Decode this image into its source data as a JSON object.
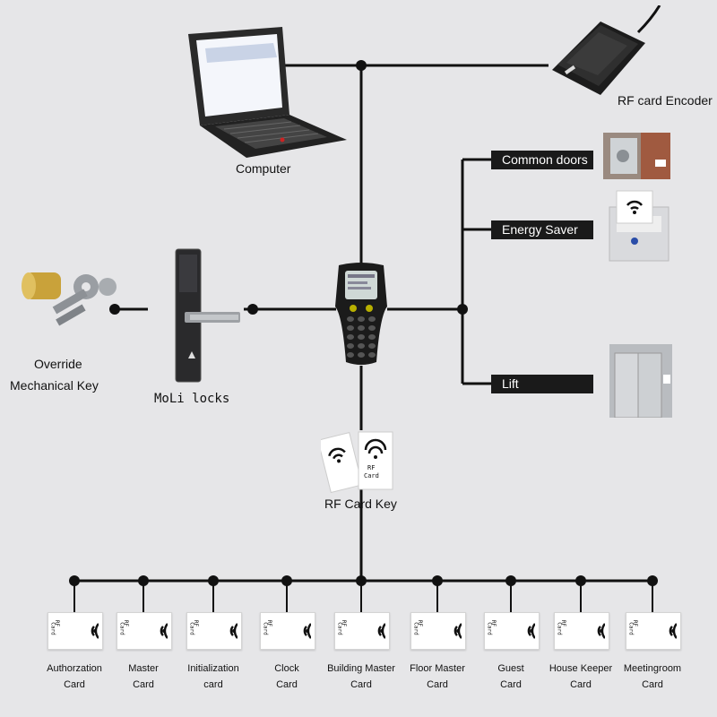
{
  "title": "",
  "nodes": {
    "computer": "Computer",
    "encoder": "RF card Encoder",
    "common_doors": "Common doors",
    "energy_saver": "Energy Saver",
    "lift": "Lift",
    "override_key_line1": "Override",
    "override_key_line2": "Mechanical Key",
    "moli_locks": "MoLi locks",
    "rf_card_key": "RF Card Key",
    "card_glyph_line1": "RF",
    "card_glyph_line2": "Card"
  },
  "cards": [
    {
      "line1": "Authorzation",
      "line2": "Card"
    },
    {
      "line1": "Master",
      "line2": "Card"
    },
    {
      "line1": "Initialization",
      "line2": "card"
    },
    {
      "line1": "Clock",
      "line2": "Card"
    },
    {
      "line1": "Building Master",
      "line2": "Card"
    },
    {
      "line1": "Floor Master",
      "line2": "Card"
    },
    {
      "line1": "Guest",
      "line2": "Card"
    },
    {
      "line1": "House Keeper",
      "line2": "Card"
    },
    {
      "line1": "Meetingroom",
      "line2": "Card"
    }
  ],
  "colors": {
    "line": "#111111",
    "tag_bg": "#1a1a1a",
    "background": "#e6e6e8"
  }
}
